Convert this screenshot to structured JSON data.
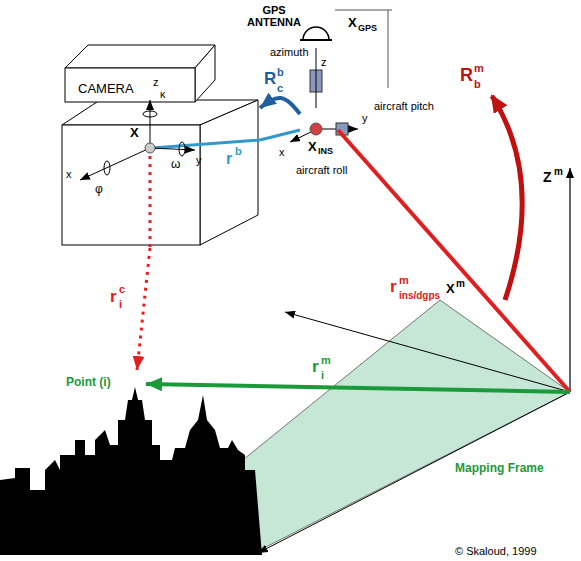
{
  "diagram": {
    "nodes": [
      {
        "text": [
          "CAMERA"
        ]
      },
      {
        "text": [
          "GPS ANTENNA",
          "X",
          "GPS"
        ]
      },
      {
        "text": [
          "X",
          "INS"
        ]
      },
      {
        "text": [
          "Point (i)"
        ]
      },
      {
        "text": [
          "Mapping Frame"
        ]
      }
    ],
    "edges": [
      {
        "from": 2,
        "to": 0,
        "arrow": "none"
      },
      {
        "from": 2,
        "to": 0,
        "arrow": "to"
      },
      {
        "from": 4,
        "to": 2,
        "arrow": "none"
      },
      {
        "from": 4,
        "to": 3,
        "arrow": "to"
      },
      {
        "from": 0,
        "to": 3,
        "arrow": "to"
      },
      {
        "from": 2,
        "to": 1,
        "arrow": "none"
      }
    ],
    "labels": [
      "azimuth",
      "z",
      "y",
      "aircraft pitch",
      "x",
      "aircraft roll",
      "z",
      "κ",
      "X",
      "ω",
      "y",
      "x",
      "φ",
      "R",
      "b",
      "c",
      "r",
      "b",
      "r",
      "c",
      "i",
      "Z",
      "m",
      "R",
      "m",
      "b",
      "r",
      "m",
      "ins/dgps",
      "X",
      "m",
      "r",
      "m",
      "i",
      "Y",
      "m",
      "© Skaloud, 1999"
    ]
  }
}
